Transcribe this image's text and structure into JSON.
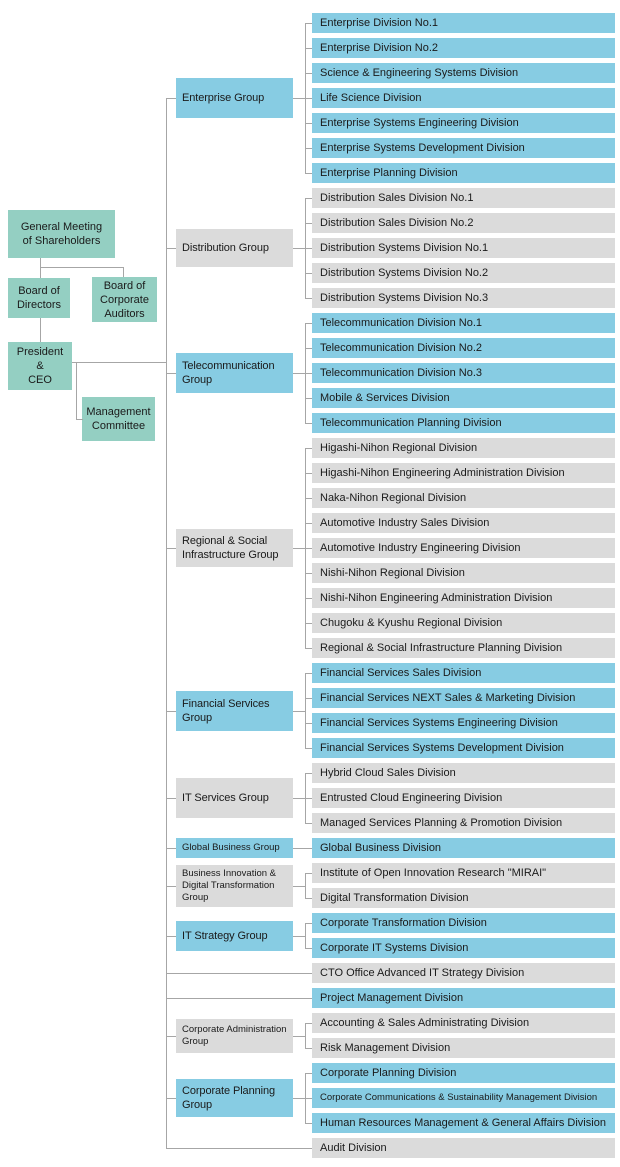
{
  "palette": {
    "teal": "#94cfc2",
    "blue": "#87cce3",
    "gray": "#dbdbdb",
    "line": "#a6a6a6",
    "text": "#1a1a1a",
    "background": "#ffffff"
  },
  "executive": {
    "general_meeting": {
      "lines": [
        "General Meeting",
        "of Shareholders"
      ]
    },
    "board_directors": {
      "lines": [
        "Board of",
        "Directors"
      ]
    },
    "board_auditors": {
      "lines": [
        "Board of",
        "Corporate",
        "Auditors"
      ]
    },
    "president_ceo": {
      "lines": [
        "President",
        "&",
        "CEO"
      ]
    },
    "management_committee": {
      "lines": [
        "Management",
        "Committee"
      ]
    }
  },
  "org": {
    "branches": [
      {
        "type": "group",
        "color": "blue",
        "lines": [
          "Enterprise Group"
        ],
        "divisions": [
          {
            "label": "Enterprise Division No.1"
          },
          {
            "label": "Enterprise Division No.2"
          },
          {
            "label": "Science & Engineering Systems Division"
          },
          {
            "label": "Life Science Division"
          },
          {
            "label": "Enterprise Systems Engineering Division"
          },
          {
            "label": "Enterprise Systems Development Division"
          },
          {
            "label": "Enterprise Planning Division"
          }
        ]
      },
      {
        "type": "group",
        "color": "gray",
        "lines": [
          "Distribution Group"
        ],
        "divisions": [
          {
            "label": "Distribution Sales Division No.1"
          },
          {
            "label": "Distribution Sales Division No.2"
          },
          {
            "label": "Distribution Systems Division No.1"
          },
          {
            "label": "Distribution Systems Division No.2"
          },
          {
            "label": "Distribution Systems Division No.3"
          }
        ]
      },
      {
        "type": "group",
        "color": "blue",
        "lines": [
          "Telecommunication",
          "Group"
        ],
        "divisions": [
          {
            "label": "Telecommunication Division No.1"
          },
          {
            "label": "Telecommunication Division No.2"
          },
          {
            "label": "Telecommunication Division No.3"
          },
          {
            "label": "Mobile & Services Division"
          },
          {
            "label": "Telecommunication Planning Division"
          }
        ]
      },
      {
        "type": "group",
        "color": "gray",
        "lines": [
          "Regional & Social",
          "Infrastructure Group"
        ],
        "divisions": [
          {
            "label": "Higashi-Nihon Regional Division"
          },
          {
            "label": "Higashi-Nihon Engineering Administration Division"
          },
          {
            "label": "Naka-Nihon Regional Division"
          },
          {
            "label": "Automotive Industry Sales Division"
          },
          {
            "label": "Automotive Industry Engineering Division"
          },
          {
            "label": "Nishi-Nihon Regional Division"
          },
          {
            "label": "Nishi-Nihon Engineering Administration Division"
          },
          {
            "label": "Chugoku & Kyushu Regional Division"
          },
          {
            "label": "Regional & Social Infrastructure Planning Division"
          }
        ]
      },
      {
        "type": "group",
        "color": "blue",
        "lines": [
          "Financial Services",
          "Group"
        ],
        "divisions": [
          {
            "label": "Financial Services Sales Division"
          },
          {
            "label": "Financial Services NEXT Sales & Marketing Division"
          },
          {
            "label": "Financial Services Systems Engineering Division"
          },
          {
            "label": "Financial Services Systems Development Division"
          }
        ]
      },
      {
        "type": "group",
        "color": "gray",
        "lines": [
          "IT Services Group"
        ],
        "divisions": [
          {
            "label": "Hybrid Cloud Sales Division"
          },
          {
            "label": "Entrusted Cloud Engineering Division"
          },
          {
            "label": "Managed Services Planning & Promotion Division"
          }
        ]
      },
      {
        "type": "group",
        "color": "blue",
        "small": true,
        "lines": [
          "Global Business Group"
        ],
        "divisions": [
          {
            "label": "Global Business Division"
          }
        ]
      },
      {
        "type": "group",
        "color": "gray",
        "small": true,
        "lines": [
          "Business Innovation &",
          "Digital Transformation",
          "Group"
        ],
        "divisions": [
          {
            "label": "Institute of Open Innovation Research \"MIRAI\""
          },
          {
            "label": "Digital Transformation Division"
          }
        ]
      },
      {
        "type": "group",
        "color": "blue",
        "lines": [
          "IT Strategy Group"
        ],
        "divisions": [
          {
            "label": "Corporate Transformation Division"
          },
          {
            "label": "Corporate IT Systems Division"
          }
        ]
      },
      {
        "type": "division",
        "color": "gray",
        "label": "CTO Office Advanced IT Strategy Division"
      },
      {
        "type": "division",
        "color": "blue",
        "label": "Project Management Division"
      },
      {
        "type": "group",
        "color": "gray",
        "small": true,
        "lines": [
          "Corporate Administration",
          "Group"
        ],
        "divisions": [
          {
            "label": "Accounting & Sales Administrating Division"
          },
          {
            "label": "Risk Management Division"
          }
        ]
      },
      {
        "type": "group",
        "color": "blue",
        "lines": [
          "Corporate Planning",
          "Group"
        ],
        "divisions": [
          {
            "label": "Corporate Planning Division"
          },
          {
            "label": "Corporate Communications & Sustainability Management Division",
            "small": true
          },
          {
            "label": "Human Resources Management & General Affairs Division"
          }
        ]
      },
      {
        "type": "division",
        "color": "gray",
        "label": "Audit Division"
      }
    ]
  }
}
